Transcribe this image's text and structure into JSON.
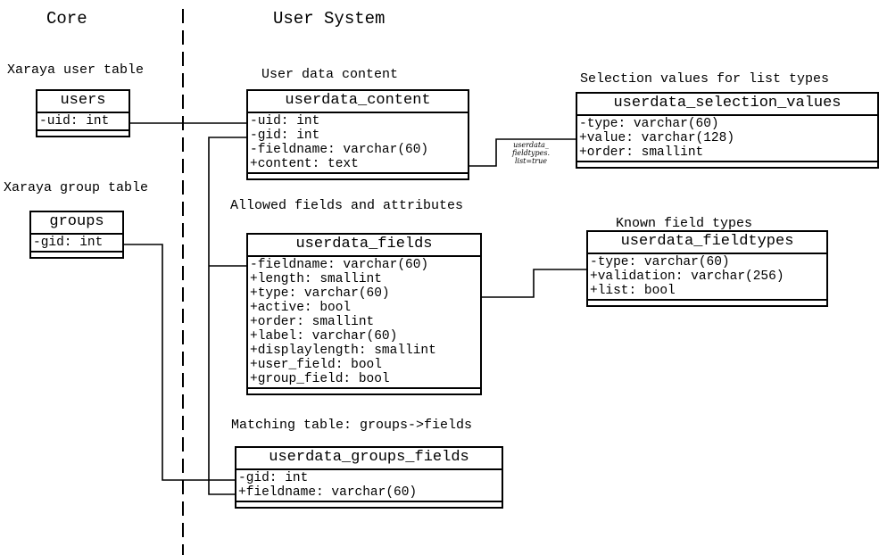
{
  "sections": {
    "core": "Core",
    "user_system": "User System"
  },
  "captions": {
    "users": "Xaraya user table",
    "groups": "Xaraya group table",
    "content": "User data content",
    "selection": "Selection values for list types",
    "fields": "Allowed fields and attributes",
    "fieldtypes": "Known field types",
    "groups_fields": "Matching table: groups->fields"
  },
  "classes": {
    "users": {
      "name": "users",
      "attrs": [
        "-uid: int"
      ]
    },
    "groups": {
      "name": "groups",
      "attrs": [
        "-gid: int"
      ]
    },
    "userdata_content": {
      "name": "userdata_content",
      "attrs": [
        "-uid: int",
        "-gid: int",
        "-fieldname: varchar(60)",
        "+content: text"
      ]
    },
    "userdata_selection_values": {
      "name": "userdata_selection_values",
      "attrs": [
        "-type: varchar(60)",
        "+value: varchar(128)",
        "+order: smallint"
      ]
    },
    "userdata_fields": {
      "name": "userdata_fields",
      "attrs": [
        "-fieldname: varchar(60)",
        "+length: smallint",
        "+type: varchar(60)",
        "+active: bool",
        "+order: smallint",
        "+label: varchar(60)",
        "+displaylength: smallint",
        "+user_field: bool",
        "+group_field: bool"
      ]
    },
    "userdata_fieldtypes": {
      "name": "userdata_fieldtypes",
      "attrs": [
        "-type: varchar(60)",
        "+validation: varchar(256)",
        "+list: bool"
      ]
    },
    "userdata_groups_fields": {
      "name": "userdata_groups_fields",
      "attrs": [
        "-gid: int",
        "+fieldname: varchar(60)"
      ]
    }
  },
  "connector_label": "userdata_\nfieldtypes.\nlist=true"
}
